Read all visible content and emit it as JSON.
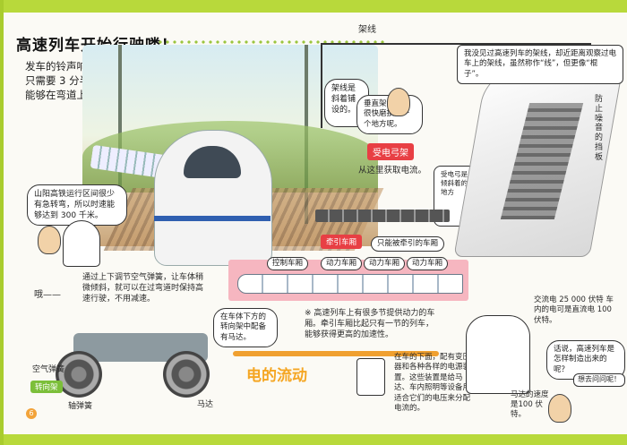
{
  "title": "高速列车开始行驶喽！",
  "intro": [
    "发车的铃声响了，高速列车开始行驶了。",
    "只需要 3 分半钟，它就能达到最高时速。",
    "能够在弯道上高速行驶，这也是有秘密的哟。"
  ],
  "labels": {
    "overhead_wire": "架线",
    "pantograph": "受电弓架",
    "pantograph_note": "从这里获取电流。",
    "control_car": "控制车厢",
    "power_car": "动力车厢",
    "traction_car": "牵引车厢",
    "only_traction": "只能被牵引的车厢",
    "air_spring": "空气弹簧",
    "axle_spring": "轴弹簧",
    "motor": "马达",
    "bogie": "转向架",
    "electricity_flow": "电的流动",
    "page_number": "6"
  },
  "bubbles": {
    "wire_note": "架线是斜着铺设的。",
    "vertical_note": "垂直架设就会很快磨损同一个地方呢。",
    "speed_note": "山阳高铁运行区间很少有急转弯，所以时速能够达到 300 千米。",
    "oh": "哦——",
    "spring_note": "通过上下调节空气弹簧，让车体稍微倾斜，就可以在过弯道时保持高速行驶，不用减速。",
    "motor_note": "在车体下方的转向架中配备有马达。",
    "car_power": "※ 高速列车上有很多节提供动力的车厢。牵引车厢比起只有一节的列车，能够获得更高的加速性。",
    "transformer_note": "在车的下面，配有变压器和各种各样的电源装置。这些装置是给马达、车内照明等设备用适合它们的电压来分配电流的。",
    "ac_note": "交流电 25 000 伏特 车内的电可是直流电 100 伏特。",
    "how_note": "话说，高速列车是怎样制造出来的呢？",
    "go_ask": "想去问问呢！",
    "viewer_note": "我没见过高速列车的架线，却近距离观察过电车上的架线，虽然称作“线”，但更像“棍子”。",
    "windproof": "防止噪音的挡板",
    "slanted": "受电弓是倾斜着的地方",
    "motor_speed": "马达的速度是100 伏特。"
  }
}
